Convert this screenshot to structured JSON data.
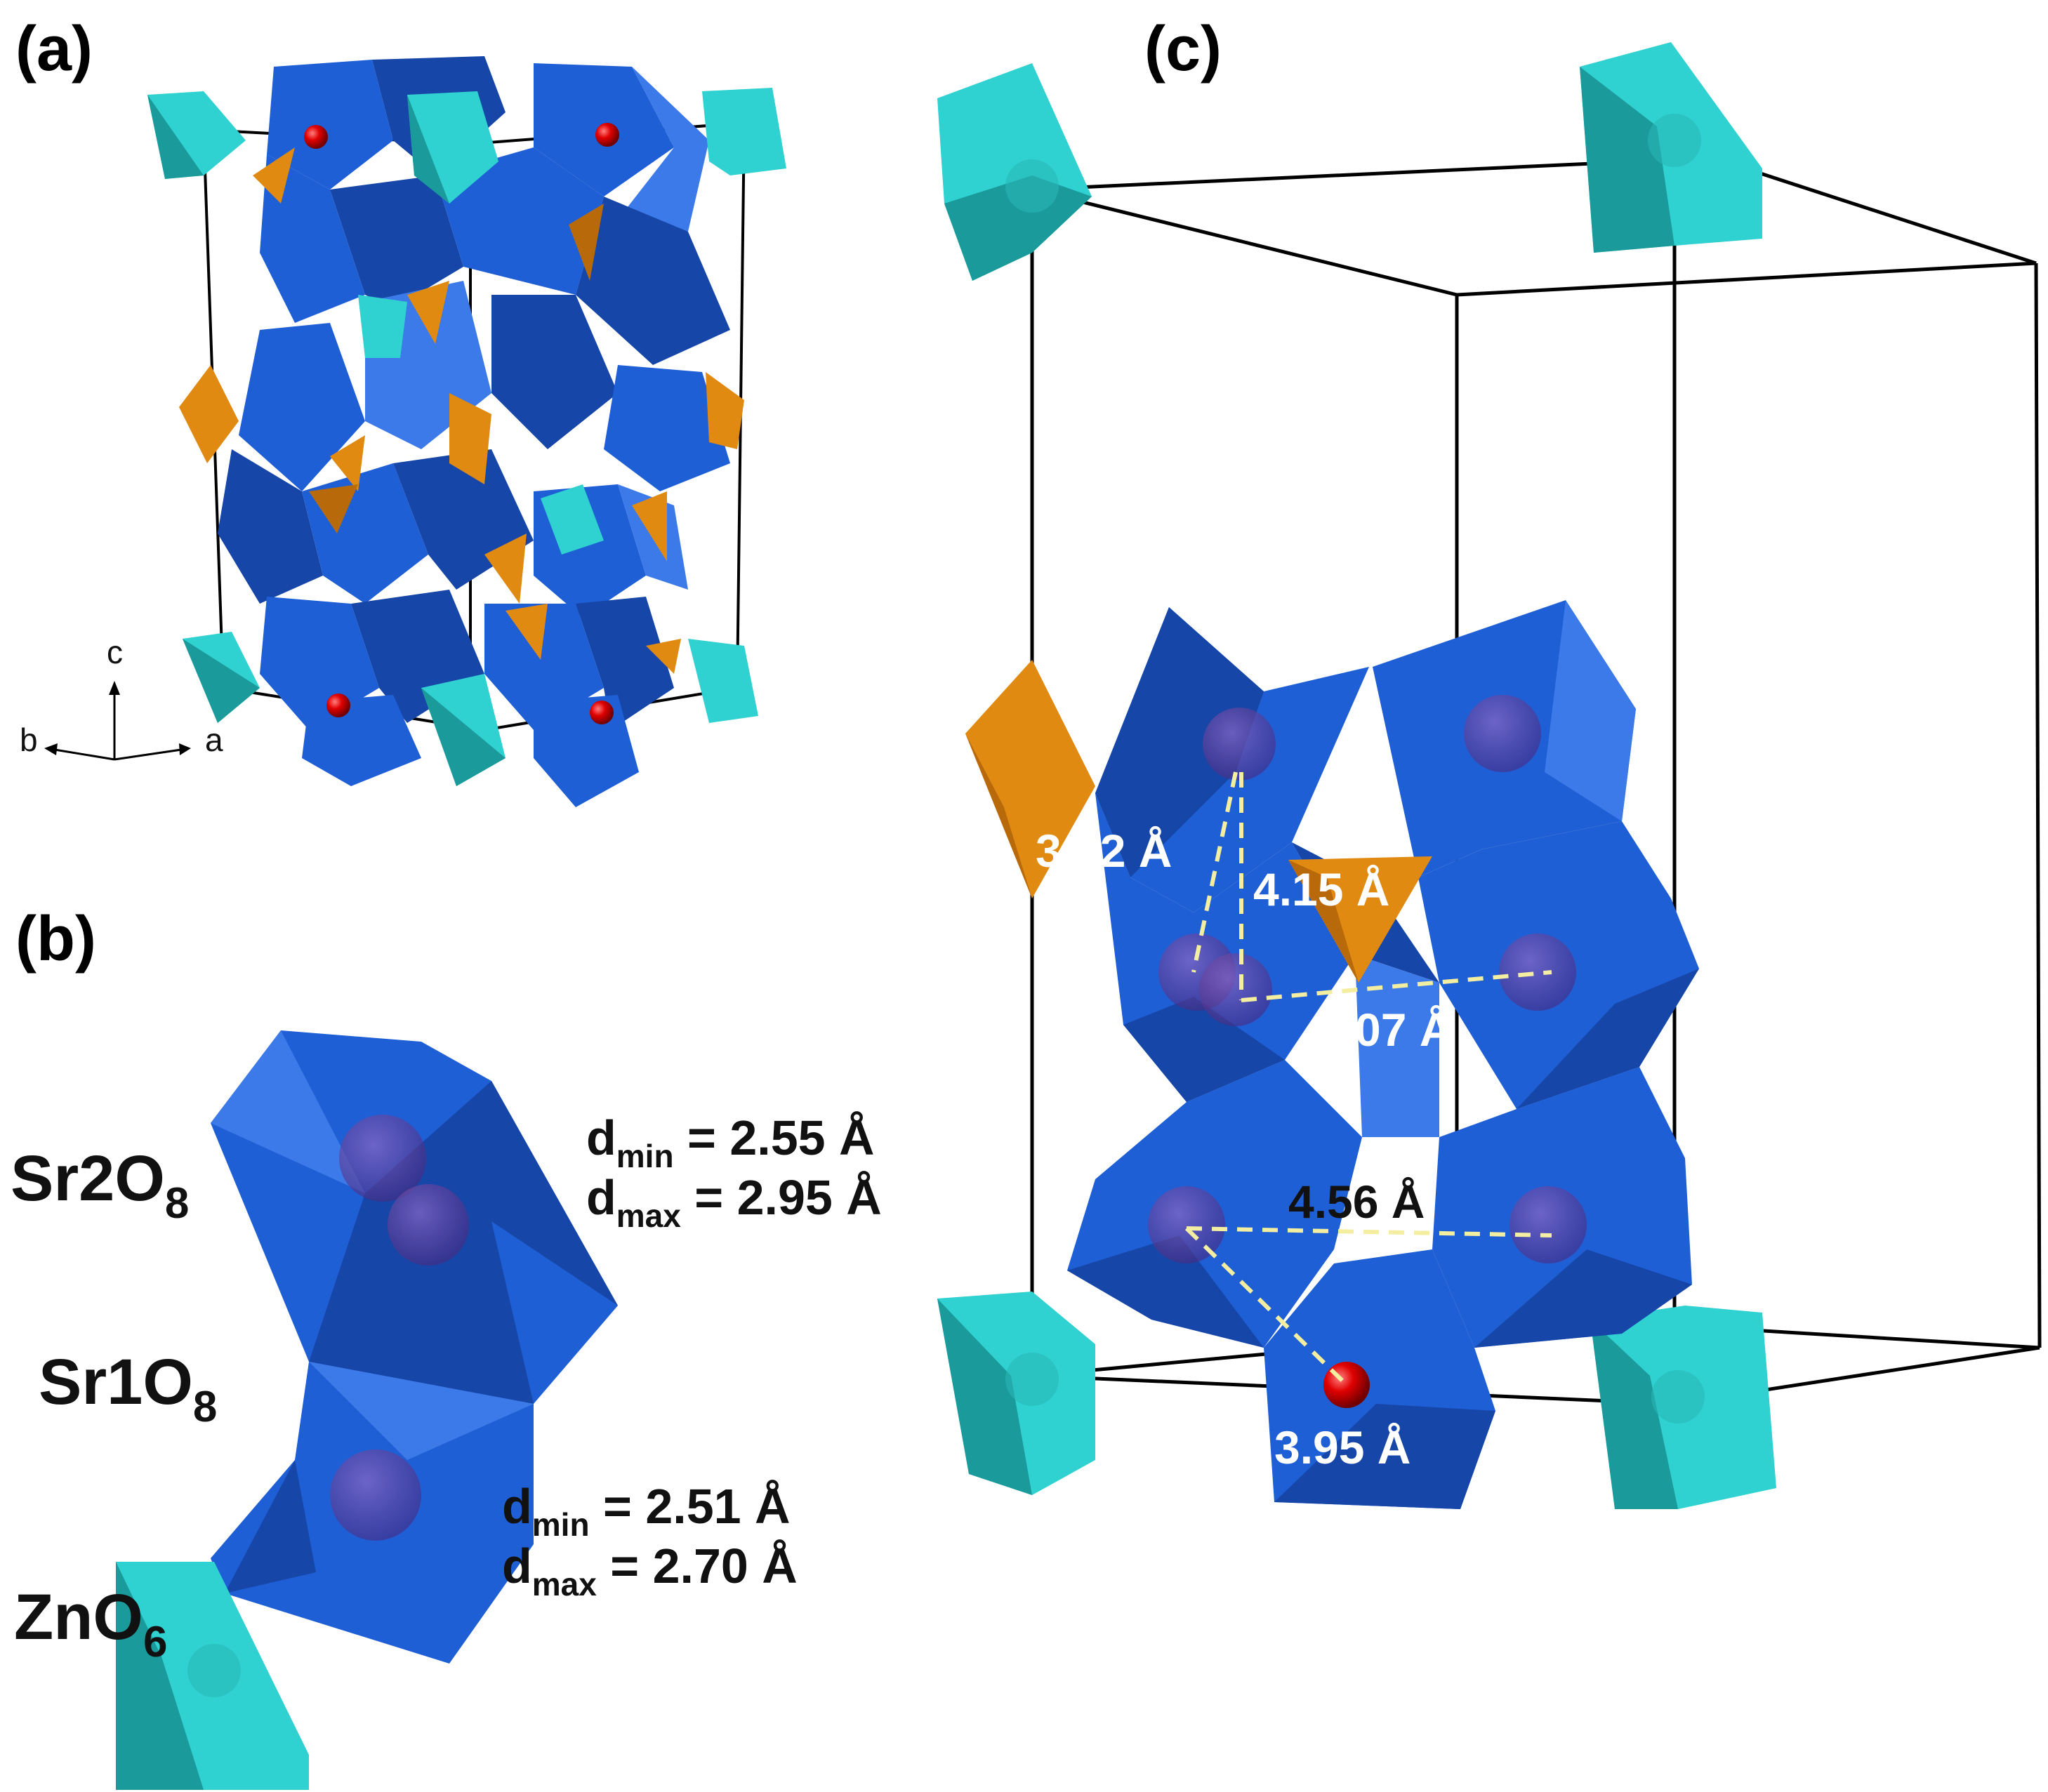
{
  "panels": {
    "a": {
      "label": "(a)"
    },
    "b": {
      "label": "(b)"
    },
    "c": {
      "label": "(c)"
    }
  },
  "axes": {
    "c": "c",
    "b": "b",
    "a": "a"
  },
  "species": {
    "sr2": {
      "base": "Sr2O",
      "sub": "8"
    },
    "sr1": {
      "base": "Sr1O",
      "sub": "8"
    },
    "zn": {
      "base": "ZnO",
      "sub": "6"
    }
  },
  "distances": {
    "sr2": {
      "min_sym": "d",
      "min_sub": "min",
      "min_val": " = 2.55 Å",
      "max_sym": "d",
      "max_sub": "max",
      "max_val": " = 2.95 Å"
    },
    "sr1": {
      "min_sym": "d",
      "min_sub": "min",
      "min_val": " = 2.51 Å",
      "max_sym": "d",
      "max_sub": "max",
      "max_val": " = 2.70 Å"
    }
  },
  "measurements": [
    "3.92 Å",
    "4.15 Å",
    "4.07 Å",
    "4.56 Å",
    "3.95 Å"
  ],
  "colors": {
    "sr_poly": "#1f5fd6",
    "sr_poly_dark": "#1646a8",
    "sr_poly_light": "#3b7ae8",
    "zn_poly": "#2fd1d1",
    "zn_poly_dark": "#1a9a9a",
    "p_poly": "#e08a12",
    "p_poly_dark": "#b86a0a",
    "atom_red": "#e00000",
    "atom_purple": "#6b3fa0",
    "dash": "#f3eea0"
  }
}
